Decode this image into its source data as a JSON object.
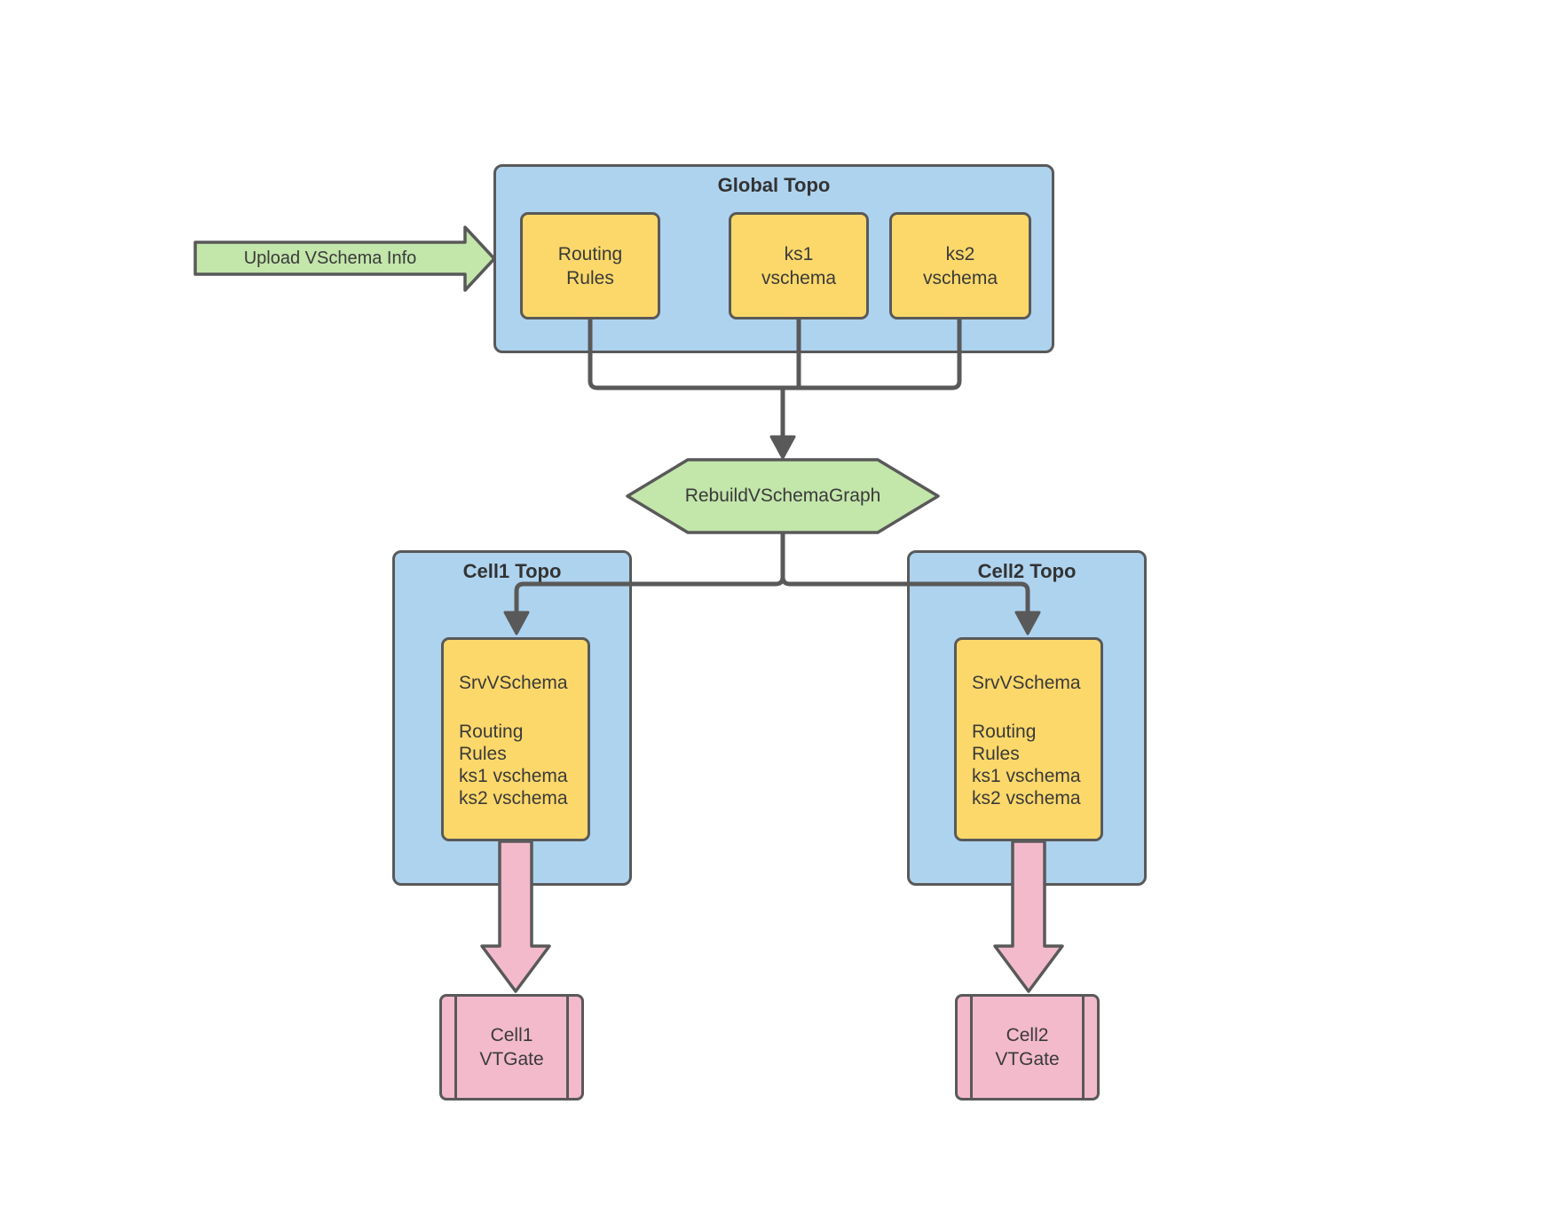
{
  "upload_arrow": {
    "label": "Upload VSchema Info"
  },
  "global_topo": {
    "title": "Global Topo",
    "routing_rules": {
      "line1": "Routing",
      "line2": "Rules"
    },
    "ks1": {
      "line1": "ks1",
      "line2": "vschema"
    },
    "ks2": {
      "line1": "ks2",
      "line2": "vschema"
    }
  },
  "rebuild": {
    "label": "RebuildVSchemaGraph"
  },
  "cell1": {
    "title": "Cell1 Topo",
    "srv": {
      "heading": "SrvVSchema",
      "item1": "Routing Rules",
      "item2": "ks1 vschema",
      "item3": "ks2 vschema"
    },
    "vtgate": {
      "line1": "Cell1",
      "line2": "VTGate"
    }
  },
  "cell2": {
    "title": "Cell2 Topo",
    "srv": {
      "heading": "SrvVSchema",
      "item1": "Routing Rules",
      "item2": "ks1 vschema",
      "item3": "ks2 vschema"
    },
    "vtgate": {
      "line1": "Cell2",
      "line2": "VTGate"
    }
  },
  "colors": {
    "container_fill": "#aed3ef",
    "node_fill": "#fcd86a",
    "accent_green": "#c3e6ab",
    "gate_pink": "#f3bacc",
    "stroke": "#595959",
    "text": "#3a3a3a"
  }
}
